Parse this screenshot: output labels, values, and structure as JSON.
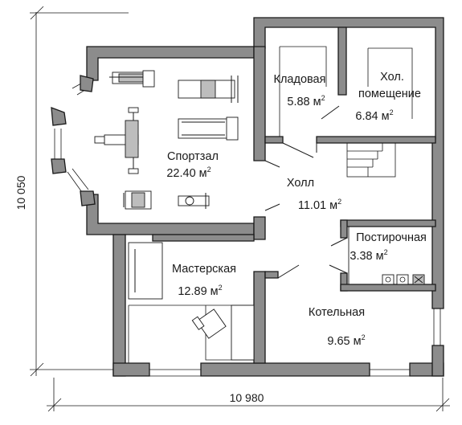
{
  "dimensions": {
    "width_label": "10 980",
    "height_label": "10 050"
  },
  "rooms": [
    {
      "id": "gym",
      "name": "Спортзал",
      "area": "22.40 м",
      "sup": "2"
    },
    {
      "id": "storage",
      "name": "Кладовая",
      "area": "5.88 м",
      "sup": "2"
    },
    {
      "id": "cold-room",
      "name": "Хол.",
      "name2": "помещение",
      "area": "6.84 м",
      "sup": "2"
    },
    {
      "id": "hall",
      "name": "Холл",
      "area": "11.01 м",
      "sup": "2"
    },
    {
      "id": "laundry",
      "name": "Постирочная",
      "area": "3.38 м",
      "sup": "2"
    },
    {
      "id": "workshop",
      "name": "Мастерская",
      "area": "12.89 м",
      "sup": "2"
    },
    {
      "id": "boiler-room",
      "name": "Котельная",
      "area": "9.65 м",
      "sup": "2"
    }
  ]
}
